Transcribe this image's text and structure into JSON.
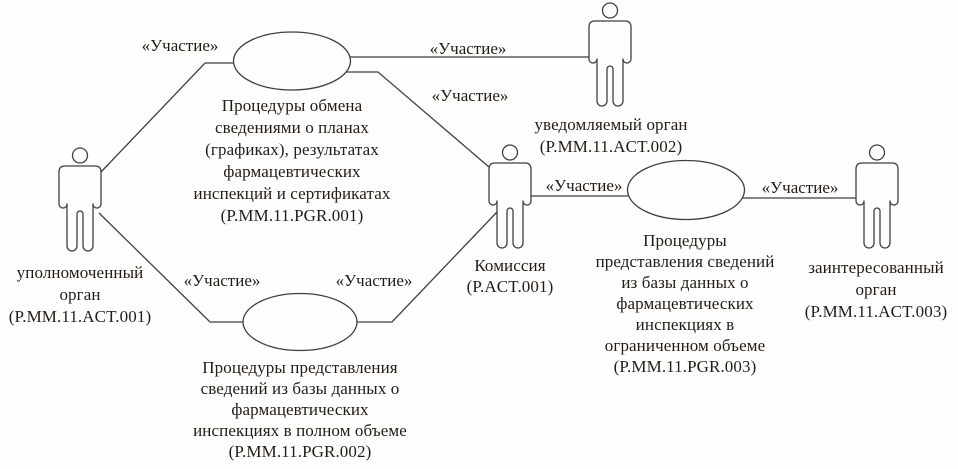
{
  "diagram": {
    "type": "uml-use-case",
    "language": "ru",
    "actors": [
      {
        "id": "authorized-body",
        "label": "уполномоченный\nорган\n(P.MM.11.ACT.001)"
      },
      {
        "id": "notified-body",
        "label": "уведомляемый орган\n(P.MM.11.ACT.002)"
      },
      {
        "id": "commission",
        "label": "Комиссия\n(P.ACT.001)"
      },
      {
        "id": "interested-body",
        "label": "заинтересованный\nорган\n(P.MM.11.ACT.003)"
      }
    ],
    "use_cases": [
      {
        "id": "pgr-001",
        "label": "Процедуры обмена\nсведениями о планах\n(графиках), результатах\nфармацевтических\nинспекций и сертификатах\n(P.MM.11.PGR.001)"
      },
      {
        "id": "pgr-002",
        "label": "Процедуры представления\nсведений из базы данных о\nфармацевтических\nинспекциях в полном объеме\n(P.MM.11.PGR.002)"
      },
      {
        "id": "pgr-003",
        "label": "Процедуры\nпредставления сведений\nиз базы данных о\nфармацевтических\nинспекциях в\nограниченном объеме\n(P.MM.11.PGR.003)"
      }
    ],
    "edges": [
      {
        "from": "authorized-body",
        "to": "pgr-001",
        "label": "«Участие»"
      },
      {
        "from": "pgr-001",
        "to": "notified-body",
        "label": "«Участие»"
      },
      {
        "from": "pgr-001",
        "to": "commission",
        "label": "«Участие»"
      },
      {
        "from": "authorized-body",
        "to": "pgr-002",
        "label": "«Участие»"
      },
      {
        "from": "pgr-002",
        "to": "commission",
        "label": "«Участие»"
      },
      {
        "from": "commission",
        "to": "pgr-003",
        "label": "«Участие»"
      },
      {
        "from": "pgr-003",
        "to": "interested-body",
        "label": "«Участие»"
      }
    ],
    "colors": {
      "line": "#3f3f3f",
      "text": "#221c16",
      "shape_fill": "#fefefe"
    }
  }
}
